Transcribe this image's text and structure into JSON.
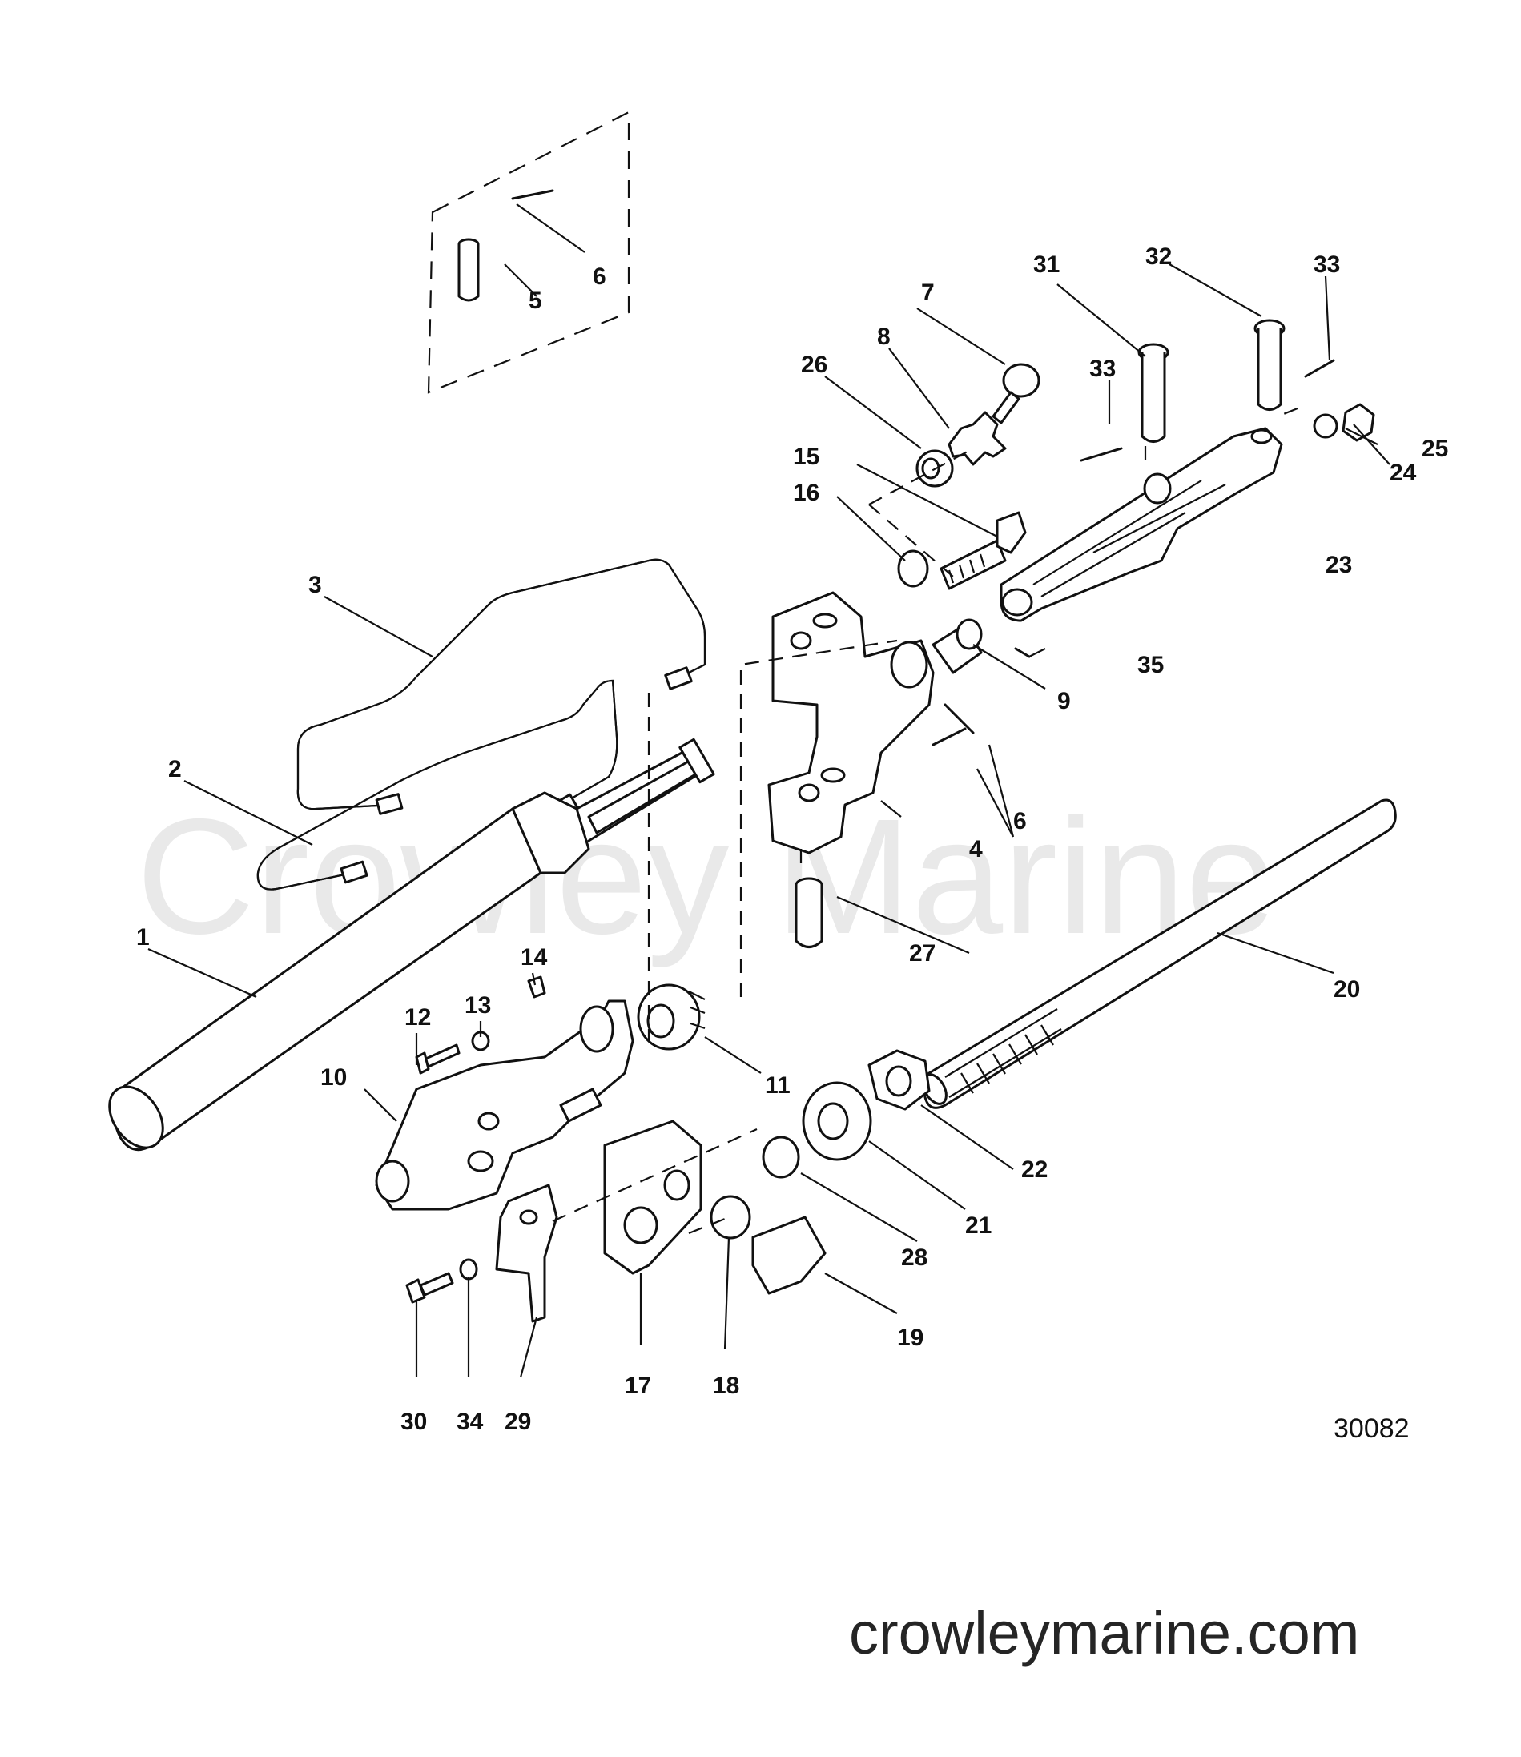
{
  "callouts": [
    "1",
    "2",
    "3",
    "4",
    "5",
    "6",
    "6",
    "7",
    "8",
    "9",
    "10",
    "11",
    "12",
    "13",
    "14",
    "15",
    "16",
    "17",
    "18",
    "19",
    "20",
    "21",
    "22",
    "23",
    "24",
    "25",
    "26",
    "27",
    "28",
    "29",
    "30",
    "31",
    "32",
    "33",
    "33",
    "34",
    "35"
  ],
  "diagram_id": "30082",
  "watermark": "Crowley Marine",
  "footer_site": "crowleymarine.com"
}
